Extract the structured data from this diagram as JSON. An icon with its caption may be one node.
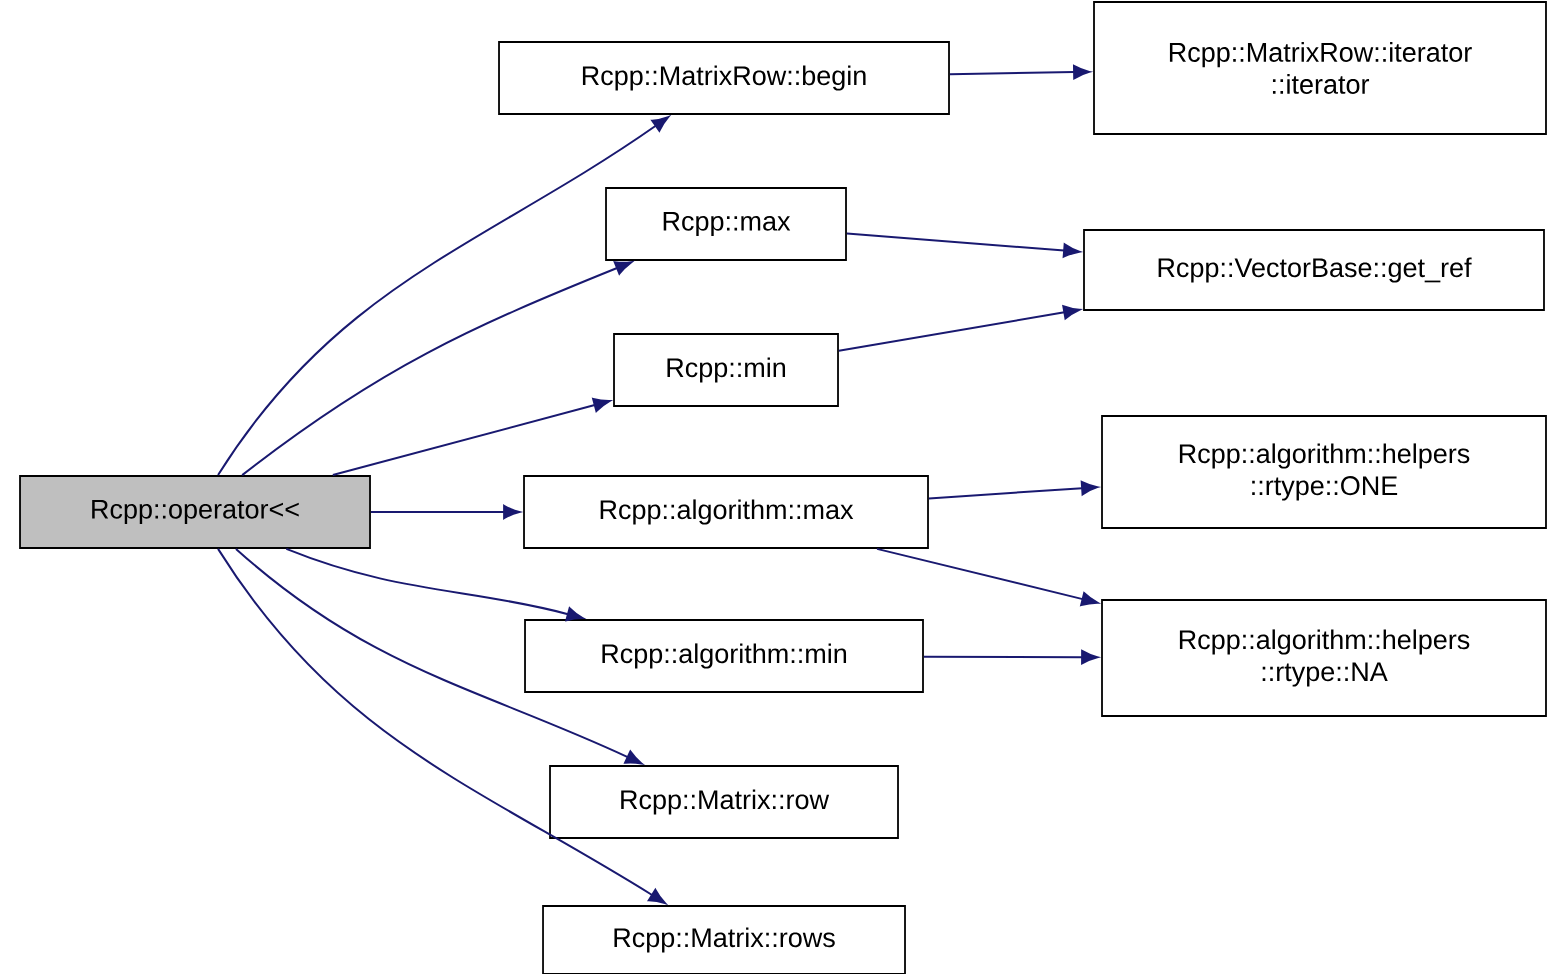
{
  "diagram": {
    "nodes": [
      {
        "text": [
          "Rcpp::operator<<"
        ]
      },
      {
        "text": [
          "Rcpp::MatrixRow::begin"
        ]
      },
      {
        "text": [
          "Rcpp::MatrixRow::iterator ::iterator"
        ]
      },
      {
        "text": [
          "Rcpp::max"
        ]
      },
      {
        "text": [
          "Rcpp::VectorBase::get_ref"
        ]
      },
      {
        "text": [
          "Rcpp::min"
        ]
      },
      {
        "text": [
          "Rcpp::algorithm::helpers ::rtype::ONE"
        ]
      },
      {
        "text": [
          "Rcpp::algorithm::max"
        ]
      },
      {
        "text": [
          "Rcpp::algorithm::min"
        ]
      },
      {
        "text": [
          "Rcpp::algorithm::helpers ::rtype::NA"
        ]
      },
      {
        "text": [
          "Rcpp::Matrix::row"
        ]
      },
      {
        "text": [
          "Rcpp::Matrix::rows"
        ]
      }
    ],
    "edges": [
      {
        "from": 0,
        "to": 1,
        "arrow": "to"
      },
      {
        "from": 1,
        "to": 2,
        "arrow": "to"
      },
      {
        "from": 0,
        "to": 3,
        "arrow": "to"
      },
      {
        "from": 3,
        "to": 4,
        "arrow": "to"
      },
      {
        "from": 0,
        "to": 5,
        "arrow": "to"
      },
      {
        "from": 5,
        "to": 4,
        "arrow": "to"
      },
      {
        "from": 0,
        "to": 7,
        "arrow": "to"
      },
      {
        "from": 7,
        "to": 6,
        "arrow": "to"
      },
      {
        "from": 7,
        "to": 9,
        "arrow": "to"
      },
      {
        "from": 0,
        "to": 8,
        "arrow": "to"
      },
      {
        "from": 8,
        "to": 9,
        "arrow": "to"
      },
      {
        "from": 0,
        "to": 10,
        "arrow": "to"
      },
      {
        "from": 0,
        "to": 11,
        "arrow": "to"
      }
    ]
  }
}
